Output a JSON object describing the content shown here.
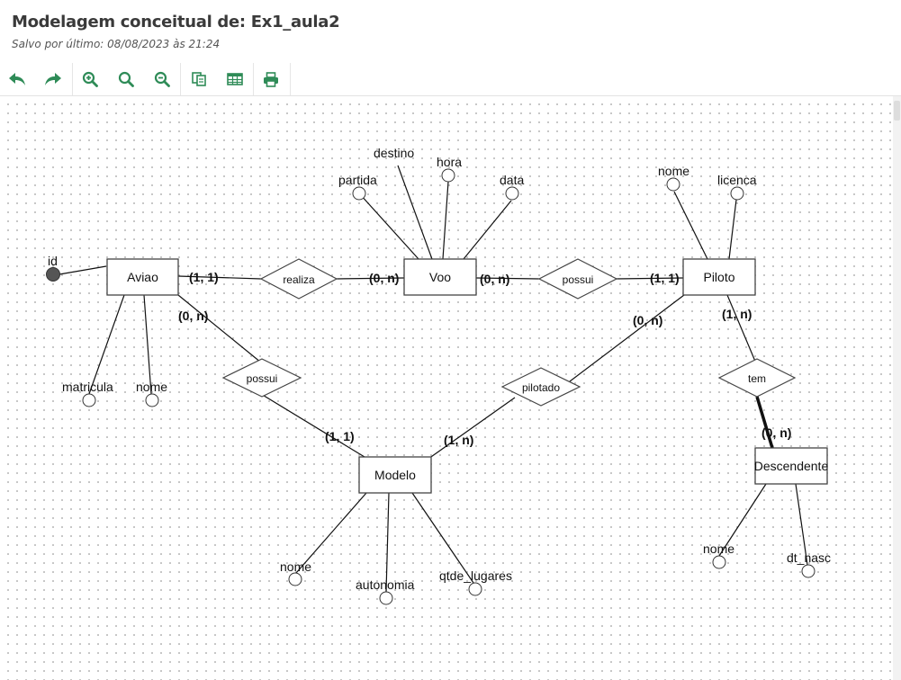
{
  "header": {
    "title": "Modelagem conceitual de: Ex1_aula2",
    "subtitle": "Salvo por último: 08/08/2023 às 21:24"
  },
  "toolbar": {
    "icons": [
      "undo-icon",
      "redo-icon",
      "zoom-in-icon",
      "zoom-reset-icon",
      "zoom-out-icon",
      "copy-icon",
      "table-icon",
      "print-icon"
    ],
    "color": "#2e8b57"
  },
  "diagram": {
    "entities": {
      "aviao": "Aviao",
      "voo": "Voo",
      "piloto": "Piloto",
      "modelo": "Modelo",
      "descendente": "Descendente"
    },
    "relationships": {
      "realiza": "realiza",
      "possui_voo_piloto": "possui",
      "possui_aviao_modelo": "possui",
      "pilotado": "pilotado",
      "tem": "tem"
    },
    "attributes": {
      "aviao_id": "id",
      "aviao_matricula": "matricula",
      "aviao_nome": "nome",
      "voo_destino": "destino",
      "voo_partida": "partida",
      "voo_hora": "hora",
      "voo_data": "data",
      "piloto_nome": "nome",
      "piloto_licenca": "licenca",
      "modelo_nome": "nome",
      "modelo_autonomia": "autonomia",
      "modelo_qtde_lugares": "qtde_lugares",
      "descendente_nome": "nome",
      "descendente_dt_nasc": "dt_nasc"
    },
    "cardinalities": {
      "aviao_realiza": "(1, 1)",
      "voo_realiza": "(0, n)",
      "voo_possui": "(0, n)",
      "piloto_possui": "(1, 1)",
      "aviao_possui": "(0, n)",
      "modelo_possui": "(1, 1)",
      "piloto_pilotado": "(0, n)",
      "modelo_pilotado": "(1, n)",
      "piloto_tem": "(1, n)",
      "descendente_tem": "(0, n)"
    }
  }
}
